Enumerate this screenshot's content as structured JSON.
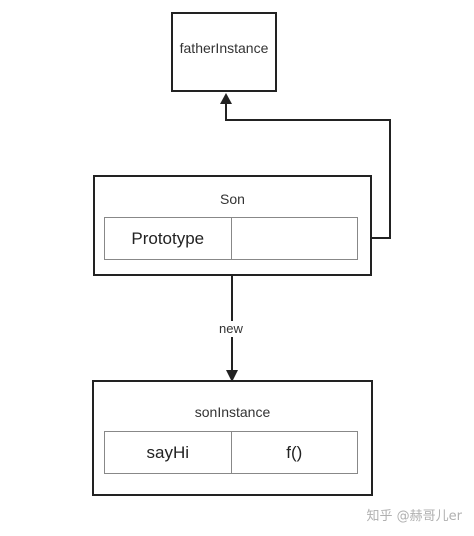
{
  "father": {
    "title": "fatherInstance"
  },
  "son": {
    "title": "Son",
    "row": {
      "key": "Prototype",
      "value": ""
    }
  },
  "edge_new": {
    "label": "new"
  },
  "son_instance": {
    "title": "sonInstance",
    "row": {
      "key": "sayHi",
      "value": "f()"
    }
  },
  "watermark": {
    "text": "知乎 @赫哥儿er"
  },
  "colors": {
    "stroke": "#222222",
    "inner_border": "#888888",
    "watermark": "#b0b0b0"
  }
}
